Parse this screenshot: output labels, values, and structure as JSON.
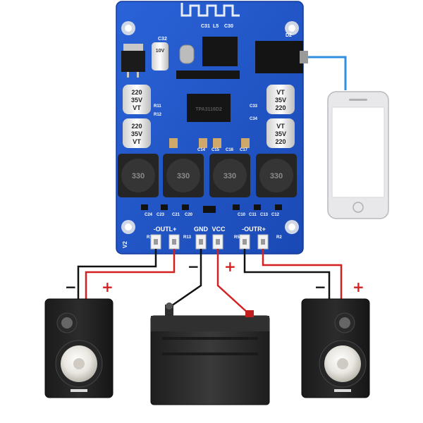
{
  "board": {
    "model": "TPA3116D2",
    "version": "V2",
    "terminals": {
      "out_left": "-OUTL+",
      "gnd": "GND",
      "vcc": "VCC",
      "out_right": "-OUTR+"
    },
    "capacitor_value": "220",
    "capacitor_voltage": "35V",
    "capacitor_series": "VT",
    "inductor_value": "330",
    "small_cap_value": "10V",
    "components": {
      "c32": "C32",
      "c31": "C31",
      "l5": "L5",
      "c30": "C30",
      "d2": "D2",
      "r11": "R11",
      "r12": "R12",
      "c14": "C14",
      "c15": "C15",
      "c16": "C16",
      "c17": "C17",
      "c33": "C33",
      "c34": "C34",
      "c23": "C23",
      "c24": "C24",
      "c21": "C21",
      "c20": "C20",
      "c10": "C10",
      "c11": "C11",
      "c13": "C13",
      "c12": "C12",
      "r10": "R10",
      "r13": "R13",
      "r5": "R5",
      "r2": "R2"
    }
  },
  "wiring": {
    "minus_left": "−",
    "plus_left": "+",
    "minus_battery": "−",
    "plus_battery": "+",
    "minus_right": "−",
    "plus_right": "+"
  },
  "colors": {
    "pcb": "#1f55c9",
    "pcb_dark": "#163f9e",
    "wire_red": "#d42020",
    "wire_black": "#111111",
    "audio_cable": "#2e8fe0",
    "speaker_cone": "#e8e6df",
    "terminal": "#f2f2f2",
    "inductor": "#2a2a2a",
    "battery": "#2a2a2a",
    "phone_frame": "#e8e8ea"
  },
  "icons": {
    "speaker": "studio-monitor-speaker-icon",
    "battery": "car-battery-icon",
    "phone": "smartphone-icon",
    "bluetooth_antenna": "pcb-antenna-icon"
  }
}
